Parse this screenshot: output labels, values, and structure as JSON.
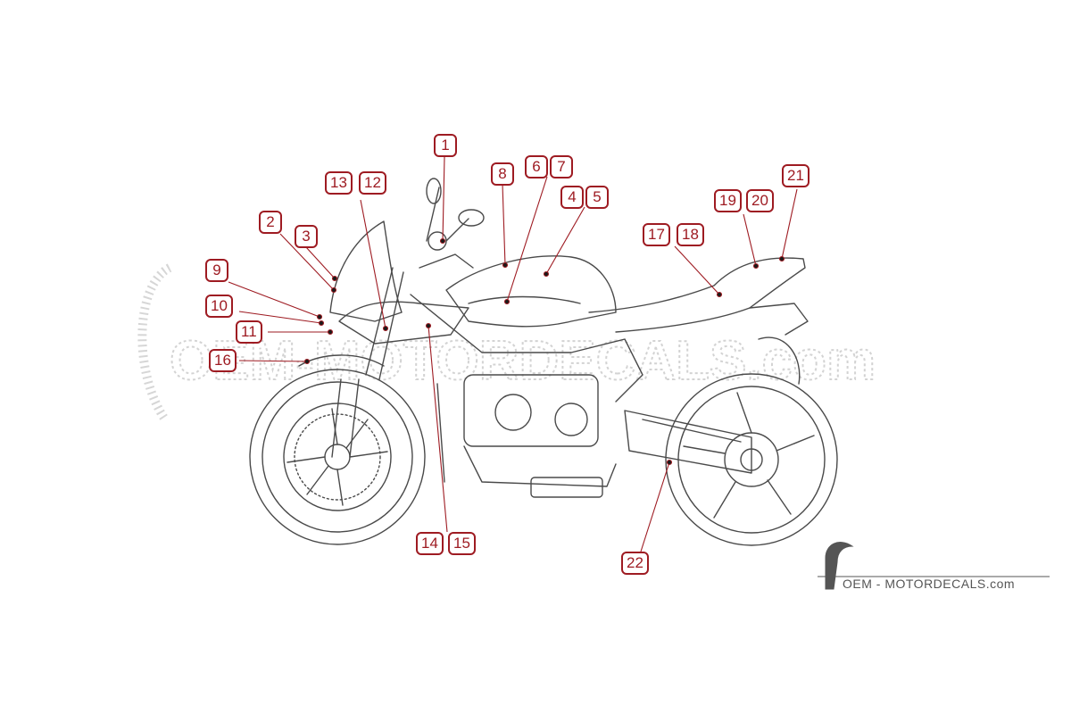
{
  "diagram": {
    "callouts": [
      {
        "id": "c1",
        "label": "1"
      },
      {
        "id": "c2",
        "label": "2"
      },
      {
        "id": "c3",
        "label": "3"
      },
      {
        "id": "c4",
        "label": "4"
      },
      {
        "id": "c5",
        "label": "5"
      },
      {
        "id": "c6",
        "label": "6"
      },
      {
        "id": "c7",
        "label": "7"
      },
      {
        "id": "c8",
        "label": "8"
      },
      {
        "id": "c9",
        "label": "9"
      },
      {
        "id": "c10",
        "label": "10"
      },
      {
        "id": "c11",
        "label": "11"
      },
      {
        "id": "c12",
        "label": "12"
      },
      {
        "id": "c13",
        "label": "13"
      },
      {
        "id": "c14",
        "label": "14"
      },
      {
        "id": "c15",
        "label": "15"
      },
      {
        "id": "c16",
        "label": "16"
      },
      {
        "id": "c17",
        "label": "17"
      },
      {
        "id": "c18",
        "label": "18"
      },
      {
        "id": "c19",
        "label": "19"
      },
      {
        "id": "c20",
        "label": "20"
      },
      {
        "id": "c21",
        "label": "21"
      },
      {
        "id": "c22",
        "label": "22"
      }
    ],
    "colors": {
      "callout": "#9e1b22",
      "line_art": "#4a4a4a",
      "watermark": "#d4d4d4"
    }
  },
  "watermark": {
    "text": "OEM-MOTORDECALS.com"
  },
  "brand": {
    "text": "OEM - MOTORDECALS.com",
    "icon": "toucan-logo-icon"
  }
}
